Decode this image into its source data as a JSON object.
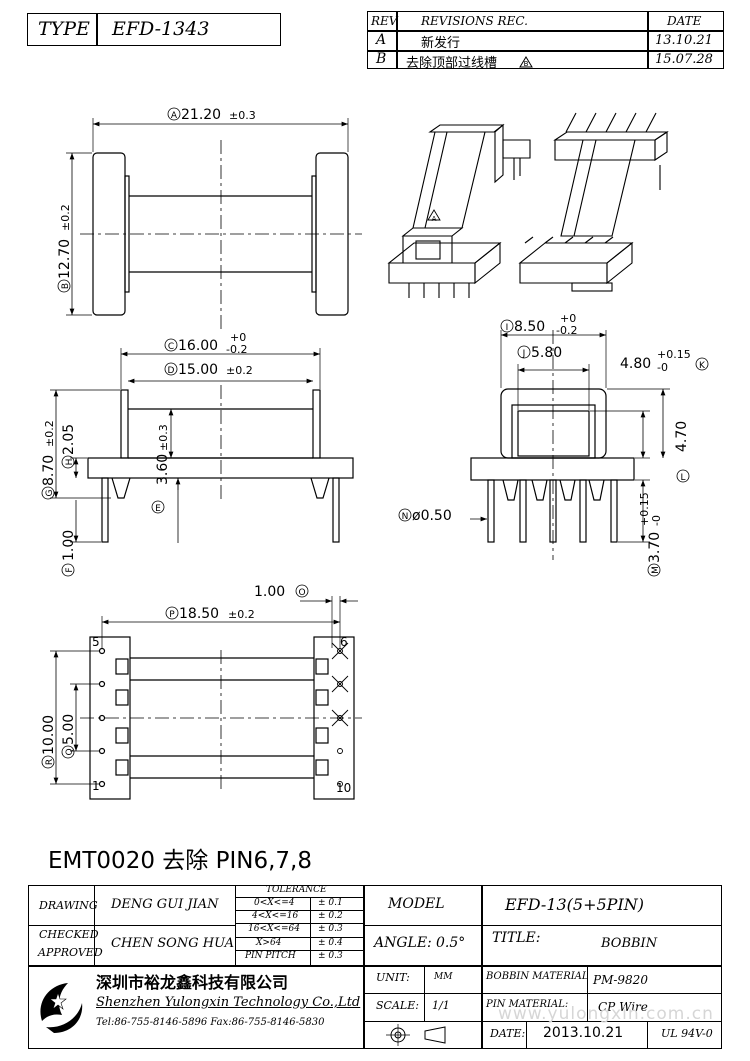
{
  "header": {
    "type_label": "TYPE",
    "type_value": "EFD-1343",
    "rev_header": "REV",
    "rev_rec_header": "REVISIONS REC.",
    "date_header": "DATE",
    "revisions": [
      {
        "rev": "A",
        "desc": "新发行",
        "date": "13.10.21"
      },
      {
        "rev": "B",
        "desc": "去除顶部过线槽",
        "mark": "B",
        "date": "15.07.28"
      }
    ]
  },
  "dimensions": {
    "A": {
      "letter": "A",
      "value": "21.20",
      "tol": "±0.3"
    },
    "B": {
      "letter": "B",
      "value": "12.70",
      "tol": "±0.2"
    },
    "C": {
      "letter": "C",
      "value": "16.00",
      "tol_up": "+0",
      "tol_dn": "-0.2"
    },
    "D": {
      "letter": "D",
      "value": "15.00",
      "tol": "±0.2"
    },
    "G": {
      "letter": "G",
      "value": "8.70",
      "tol": "±0.2"
    },
    "H": {
      "letter": "H",
      "value": "2.05"
    },
    "Q": {
      "value": "3.60",
      "tol": "±0.3"
    },
    "E": {
      "letter": "E"
    },
    "F": {
      "letter": "F",
      "value": "1.00"
    },
    "I": {
      "letter": "I",
      "value": "8.50",
      "tol_up": "+0",
      "tol_dn": "-0.2"
    },
    "J": {
      "letter": "J",
      "value": "5.80"
    },
    "K": {
      "letter": "K",
      "value": "4.80",
      "tol_up": "+0.15",
      "tol_dn": "-0"
    },
    "L": {
      "letter": "L",
      "value": "4.70"
    },
    "M": {
      "letter": "M",
      "value": "3.70",
      "tol_up": "+0.15",
      "tol_dn": "-0"
    },
    "N": {
      "letter": "N",
      "value": "ø0.50"
    },
    "O": {
      "letter": "O",
      "value": "1.00"
    },
    "P": {
      "letter": "P",
      "value": "18.50",
      "tol": "±0.2"
    },
    "R": {
      "letter": "R",
      "value": "10.00"
    },
    "S": {
      "letter": "Q",
      "value": "5.00"
    },
    "pins": {
      "p5": "5",
      "p1": "1",
      "p6": "6",
      "p10": "10"
    },
    "mark_a": "A"
  },
  "note": "EMT0020 去除 PIN6,7,8",
  "title_block": {
    "drawing_label": "DRAWING",
    "drawing_value": "DENG GUI JIAN",
    "checked_label": "CHECKED",
    "approved_label": "APPROVED",
    "checked_value": "CHEN SONG HUA",
    "tolerance_title": "TOLERANCE",
    "tolerance_rows": [
      {
        "range": "0<X<=4",
        "tol": "± 0.1"
      },
      {
        "range": "4<X<=16",
        "tol": "± 0.2"
      },
      {
        "range": "16<X<=64",
        "tol": "± 0.3"
      },
      {
        "range": "X>64",
        "tol": "± 0.4"
      },
      {
        "range": "PIN PITCH",
        "tol": "± 0.3"
      }
    ],
    "model_label": "MODEL",
    "model_value": "EFD-13(5+5PIN)",
    "angle_label": "ANGLE:",
    "angle_value": "0.5°",
    "title_label": "TITLE:",
    "title_value": "BOBBIN",
    "unit_label": "UNIT:",
    "unit_value": "MM",
    "scale_label": "SCALE:",
    "scale_value": "1/1",
    "bobbin_material_label": "BOBBIN MATERIAL",
    "bobbin_material_value": "PM-9820",
    "pin_material_label": "PIN MATERIAL:",
    "pin_material_value": "CP Wire",
    "date_label": "DATE:",
    "date_value": "2013.10.21",
    "ul_value": "UL 94V-0",
    "company_cn": "深圳市裕龙鑫科技有限公司",
    "company_en": "Shenzhen Yulongxin Technology Co.,Ltd",
    "contact": "Tel:86-755-8146-5896  Fax:86-755-8146-5830",
    "watermark": "www.yulongxin.com.cn"
  }
}
